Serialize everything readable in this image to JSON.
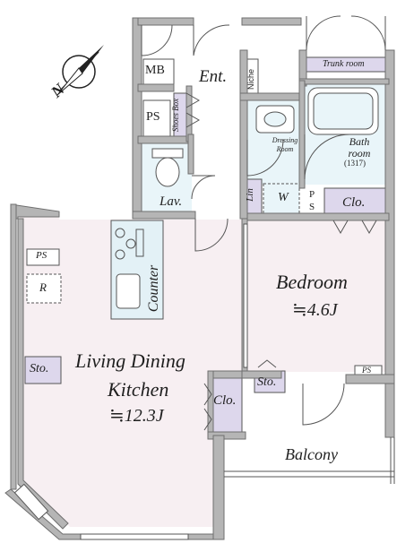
{
  "colors": {
    "wall": "#b5b5b5",
    "wall_edge": "#6f6f6f",
    "living": "#f7eff2",
    "bedroom": "#f7eff2",
    "wet_area": "#e9f5f9",
    "storage": "#ddd7ec",
    "counter": "#e3f1f6"
  },
  "compass": {
    "direction_letter": "N"
  },
  "labels": {
    "mb": "MB",
    "entrance": "Ent.",
    "niche": "Niche",
    "trunk_room": "Trunk room",
    "ps_top": "PS",
    "shoes_box": "Shoes Box",
    "dressing_room": "Dressing Room",
    "bathroom": "Bath room",
    "bathroom_size": "(1317)",
    "lav": "Lav.",
    "linen": "Lin",
    "washer": "W",
    "ps_mid": "P S",
    "closet_bedroom": "Clo.",
    "ps_living": "PS",
    "refrigerator": "R",
    "counter": "Counter",
    "bedroom_name": "Bedroom",
    "bedroom_area": "≒4.6J",
    "storage_living": "Sto.",
    "ldk_line1": "Living Dining",
    "ldk_line2": "Kitchen",
    "ldk_area": "≒12.3J",
    "closet_living": "Clo.",
    "storage_bedroom": "Sto.",
    "ps_balcony": "PS",
    "balcony": "Balcony"
  }
}
